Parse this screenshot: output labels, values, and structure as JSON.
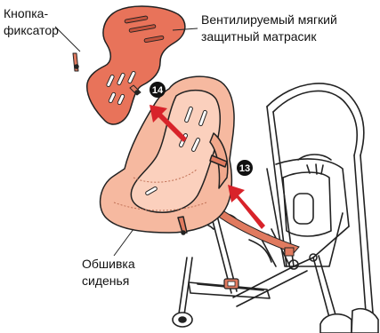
{
  "labels": {
    "clip_button": "Кнопка-\nфиксатор",
    "mattress": "Вентилируемый мягкий\nзащитный матрасик",
    "seat_cover": "Обшивка\nсиденья"
  },
  "steps": {
    "step_13": "13",
    "step_14": "14"
  },
  "colors": {
    "mattress_fill": "#e8735a",
    "cover_fill": "#f6b9a0",
    "arrow": "#d8232a",
    "strap": "#e07a5f",
    "outline": "#222222"
  },
  "icons": {
    "arrow": "arrow-icon",
    "step_badge": "numbered-badge-icon"
  }
}
